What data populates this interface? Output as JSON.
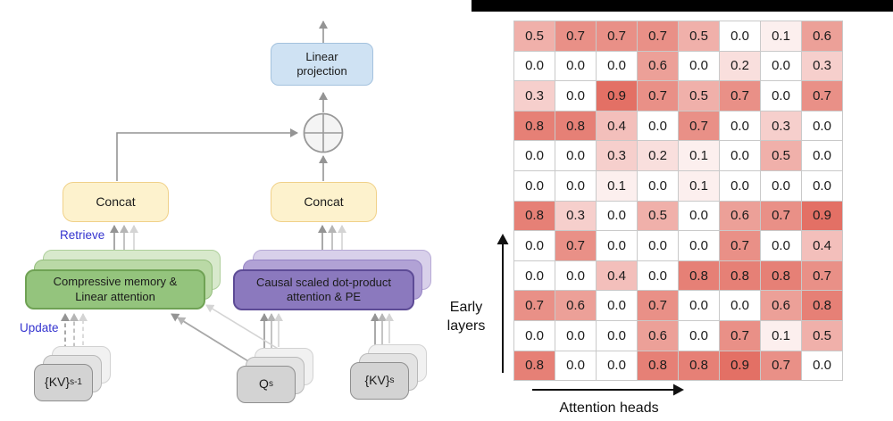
{
  "diagram": {
    "linear_projection_label": "Linear projection",
    "concat_left_label": "Concat",
    "concat_right_label": "Concat",
    "retrieve_label": "Retrieve",
    "update_label": "Update",
    "memory_block_label": "Compressive memory & Linear attention",
    "attention_block_label": "Causal scaled dot-product attention & PE",
    "kv_prev": {
      "base": "{KV}",
      "sub": "s-1"
    },
    "q": {
      "base": "Q",
      "sub": "s"
    },
    "kv_cur": {
      "base": "{KV}",
      "sub": "s"
    },
    "colors": {
      "projection_box": "#cfe2f3",
      "concat_box": "#fdf2cd",
      "memory_box": "#94c47d",
      "attention_box": "#8b79be",
      "kv_box": "#d3d3d3",
      "action_label_blue": "#3534cf",
      "connector_gray": "#949494"
    }
  },
  "chart_data": {
    "type": "heatmap",
    "rows": 12,
    "cols": 8,
    "values": [
      [
        0.5,
        0.7,
        0.7,
        0.7,
        0.5,
        0.0,
        0.1,
        0.6
      ],
      [
        0.0,
        0.0,
        0.0,
        0.6,
        0.0,
        0.2,
        0.0,
        0.3
      ],
      [
        0.3,
        0.0,
        0.9,
        0.7,
        0.5,
        0.7,
        0.0,
        0.7
      ],
      [
        0.8,
        0.8,
        0.4,
        0.0,
        0.7,
        0.0,
        0.3,
        0.0
      ],
      [
        0.0,
        0.0,
        0.3,
        0.2,
        0.1,
        0.0,
        0.5,
        0.0
      ],
      [
        0.0,
        0.0,
        0.1,
        0.0,
        0.1,
        0.0,
        0.0,
        0.0
      ],
      [
        0.8,
        0.3,
        0.0,
        0.5,
        0.0,
        0.6,
        0.7,
        0.9
      ],
      [
        0.0,
        0.7,
        0.0,
        0.0,
        0.0,
        0.7,
        0.0,
        0.4
      ],
      [
        0.0,
        0.0,
        0.4,
        0.0,
        0.8,
        0.8,
        0.8,
        0.7
      ],
      [
        0.7,
        0.6,
        0.0,
        0.7,
        0.0,
        0.0,
        0.6,
        0.8
      ],
      [
        0.0,
        0.0,
        0.0,
        0.6,
        0.0,
        0.7,
        0.1,
        0.5
      ],
      [
        0.8,
        0.0,
        0.0,
        0.8,
        0.8,
        0.9,
        0.7,
        0.0
      ]
    ],
    "xlabel": "Attention heads",
    "ylabel": "Early layers",
    "value_range": [
      0,
      1
    ],
    "colorscale": {
      "min_color": "#ffffff",
      "max_color": "#e06054"
    },
    "grid_border_color": "#c9c9c9",
    "legend": "none"
  }
}
